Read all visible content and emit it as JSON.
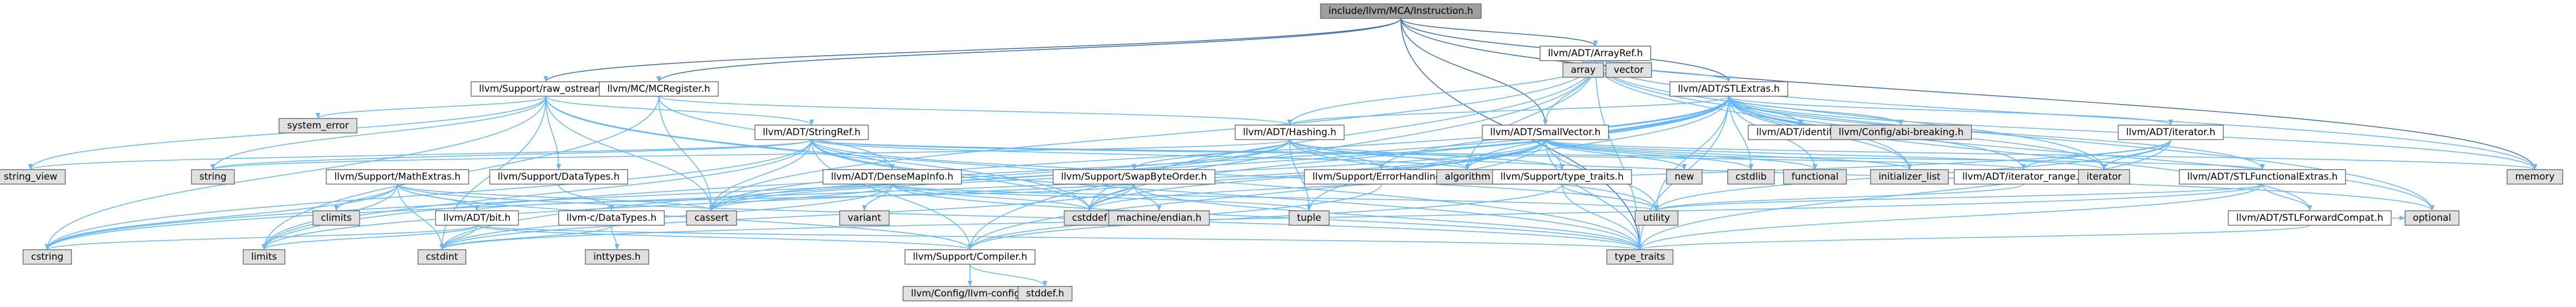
{
  "colors": {
    "root_fill": "#a0a0a0",
    "file_fill": "#ffffff",
    "system_fill": "#e0e0e0",
    "highlight_fill": "#ffffff",
    "highlight_text": "#ff0000",
    "edge": "#63b8ff",
    "edge_dark": "#3f6fb3",
    "border": "#666666"
  },
  "nodes": [
    {
      "id": "root",
      "label": "include/llvm/MCA/Instruction.h",
      "kind": "root"
    },
    {
      "id": "arrayref",
      "label": "llvm/ADT/ArrayRef.h",
      "kind": "file"
    },
    {
      "id": "array",
      "label": "array",
      "kind": "system"
    },
    {
      "id": "vector",
      "label": "vector",
      "kind": "system"
    },
    {
      "id": "stlextras",
      "label": "llvm/ADT/STLExtras.h",
      "kind": "file"
    },
    {
      "id": "rawostream",
      "label": "llvm/Support/raw_ostream.h",
      "kind": "file"
    },
    {
      "id": "mcregister",
      "label": "llvm/MC/MCRegister.h",
      "kind": "file"
    },
    {
      "id": "systemerror",
      "label": "system_error",
      "kind": "system"
    },
    {
      "id": "stringref",
      "label": "llvm/ADT/StringRef.h",
      "kind": "file"
    },
    {
      "id": "hashing",
      "label": "llvm/ADT/Hashing.h",
      "kind": "file"
    },
    {
      "id": "smallvector",
      "label": "llvm/ADT/SmallVector.h",
      "kind": "file"
    },
    {
      "id": "identity",
      "label": "llvm/ADT/identity.h",
      "kind": "file"
    },
    {
      "id": "abibreaking",
      "label": "llvm/Config/abi-breaking.h",
      "kind": "system"
    },
    {
      "id": "iteratorh",
      "label": "llvm/ADT/iterator.h",
      "kind": "file"
    },
    {
      "id": "stringview",
      "label": "string_view",
      "kind": "system"
    },
    {
      "id": "string",
      "label": "string",
      "kind": "system"
    },
    {
      "id": "mathextras",
      "label": "llvm/Support/MathExtras.h",
      "kind": "file"
    },
    {
      "id": "datatypes",
      "label": "llvm/Support/DataTypes.h",
      "kind": "file"
    },
    {
      "id": "densemapinfo",
      "label": "llvm/ADT/DenseMapInfo.h",
      "kind": "file"
    },
    {
      "id": "swapbyteorder",
      "label": "llvm/Support/SwapByteOrder.h",
      "kind": "file"
    },
    {
      "id": "errorhandling",
      "label": "llvm/Support/ErrorHandling.h",
      "kind": "file"
    },
    {
      "id": "algorithm",
      "label": "algorithm",
      "kind": "system"
    },
    {
      "id": "typetraitsh",
      "label": "llvm/Support/type_traits.h",
      "kind": "file"
    },
    {
      "id": "new",
      "label": "new",
      "kind": "system"
    },
    {
      "id": "cstdlib",
      "label": "cstdlib",
      "kind": "system"
    },
    {
      "id": "functional",
      "label": "functional",
      "kind": "system"
    },
    {
      "id": "initlist",
      "label": "initializer_list",
      "kind": "system"
    },
    {
      "id": "iteratorrange",
      "label": "llvm/ADT/iterator_range.h",
      "kind": "file"
    },
    {
      "id": "iterator",
      "label": "iterator",
      "kind": "system"
    },
    {
      "id": "stlfunctional",
      "label": "llvm/ADT/STLFunctionalExtras.h",
      "kind": "file"
    },
    {
      "id": "memory",
      "label": "memory",
      "kind": "system"
    },
    {
      "id": "climits",
      "label": "climits",
      "kind": "system"
    },
    {
      "id": "bit",
      "label": "llvm/ADT/bit.h",
      "kind": "file"
    },
    {
      "id": "cdatatypes",
      "label": "llvm-c/DataTypes.h",
      "kind": "highlight"
    },
    {
      "id": "cassert",
      "label": "cassert",
      "kind": "system"
    },
    {
      "id": "variant",
      "label": "variant",
      "kind": "system"
    },
    {
      "id": "cstddef",
      "label": "cstddef",
      "kind": "system"
    },
    {
      "id": "machineendian",
      "label": "machine/endian.h",
      "kind": "system"
    },
    {
      "id": "tuple",
      "label": "tuple",
      "kind": "system"
    },
    {
      "id": "utility",
      "label": "utility",
      "kind": "system"
    },
    {
      "id": "stlforward",
      "label": "llvm/ADT/STLForwardCompat.h",
      "kind": "file"
    },
    {
      "id": "optional",
      "label": "optional",
      "kind": "system"
    },
    {
      "id": "cstring",
      "label": "cstring",
      "kind": "system"
    },
    {
      "id": "limits",
      "label": "limits",
      "kind": "system"
    },
    {
      "id": "cstdint",
      "label": "cstdint",
      "kind": "system"
    },
    {
      "id": "inttypes",
      "label": "inttypes.h",
      "kind": "system"
    },
    {
      "id": "compiler",
      "label": "llvm/Support/Compiler.h",
      "kind": "file"
    },
    {
      "id": "typetraits",
      "label": "type_traits",
      "kind": "system"
    },
    {
      "id": "llvmconfig",
      "label": "llvm/Config/llvm-config.h",
      "kind": "system"
    },
    {
      "id": "stddef",
      "label": "stddef.h",
      "kind": "system"
    }
  ],
  "edges": [
    [
      "root",
      "arrayref"
    ],
    [
      "root",
      "stlextras"
    ],
    [
      "root",
      "rawostream"
    ],
    [
      "root",
      "mcregister"
    ],
    [
      "root",
      "smallvector"
    ],
    [
      "root",
      "memory"
    ],
    [
      "root",
      "typetraits"
    ],
    [
      "arrayref",
      "array"
    ],
    [
      "arrayref",
      "vector"
    ],
    [
      "arrayref",
      "stlextras"
    ],
    [
      "arrayref",
      "hashing"
    ],
    [
      "arrayref",
      "smallvector"
    ],
    [
      "arrayref",
      "compiler"
    ],
    [
      "arrayref",
      "algorithm"
    ],
    [
      "arrayref",
      "cassert"
    ],
    [
      "arrayref",
      "cstddef"
    ],
    [
      "arrayref",
      "initlist"
    ],
    [
      "arrayref",
      "iterator"
    ],
    [
      "arrayref",
      "memory"
    ],
    [
      "arrayref",
      "optional"
    ],
    [
      "arrayref",
      "typetraits"
    ],
    [
      "stlextras",
      "hashing"
    ],
    [
      "stlextras",
      "stlforward"
    ],
    [
      "stlextras",
      "stlfunctional"
    ],
    [
      "stlextras",
      "identity"
    ],
    [
      "stlextras",
      "iteratorh"
    ],
    [
      "stlextras",
      "iteratorrange"
    ],
    [
      "stlextras",
      "abibreaking"
    ],
    [
      "stlextras",
      "errorhandling"
    ],
    [
      "stlextras",
      "algorithm"
    ],
    [
      "stlextras",
      "cassert"
    ],
    [
      "stlextras",
      "cstddef"
    ],
    [
      "stlextras",
      "cstdint"
    ],
    [
      "stlextras",
      "cstdlib"
    ],
    [
      "stlextras",
      "functional"
    ],
    [
      "stlextras",
      "initlist"
    ],
    [
      "stlextras",
      "iterator"
    ],
    [
      "stlextras",
      "limits"
    ],
    [
      "stlextras",
      "memory"
    ],
    [
      "stlextras",
      "optional"
    ],
    [
      "stlextras",
      "tuple"
    ],
    [
      "stlextras",
      "typetraits"
    ],
    [
      "stlextras",
      "utility"
    ],
    [
      "rawostream",
      "stringref"
    ],
    [
      "rawostream",
      "datatypes"
    ],
    [
      "rawostream",
      "cassert"
    ],
    [
      "rawostream",
      "cstddef"
    ],
    [
      "rawostream",
      "cstdint"
    ],
    [
      "rawostream",
      "cstring"
    ],
    [
      "rawostream",
      "string"
    ],
    [
      "rawostream",
      "stringview"
    ],
    [
      "rawostream",
      "systemerror"
    ],
    [
      "rawostream",
      "typetraits"
    ],
    [
      "mcregister",
      "densemapinfo"
    ],
    [
      "mcregister",
      "hashing"
    ],
    [
      "mcregister",
      "cassert"
    ],
    [
      "mcregister",
      "limits"
    ],
    [
      "stringref",
      "densemapinfo"
    ],
    [
      "stringref",
      "stlfunctional"
    ],
    [
      "stringref",
      "iteratorrange"
    ],
    [
      "stringref",
      "compiler"
    ],
    [
      "stringref",
      "algorithm"
    ],
    [
      "stringref",
      "cassert"
    ],
    [
      "stringref",
      "cstddef"
    ],
    [
      "stringref",
      "cstring"
    ],
    [
      "stringref",
      "limits"
    ],
    [
      "stringref",
      "string"
    ],
    [
      "stringref",
      "stringview"
    ],
    [
      "stringref",
      "typetraits"
    ],
    [
      "stringref",
      "utility"
    ],
    [
      "hashing",
      "errorhandling"
    ],
    [
      "hashing",
      "swapbyteorder"
    ],
    [
      "hashing",
      "typetraitsh"
    ],
    [
      "hashing",
      "algorithm"
    ],
    [
      "hashing",
      "cassert"
    ],
    [
      "hashing",
      "cstring"
    ],
    [
      "hashing",
      "optional"
    ],
    [
      "hashing",
      "string"
    ],
    [
      "hashing",
      "tuple"
    ],
    [
      "hashing",
      "utility"
    ],
    [
      "smallvector",
      "compiler"
    ],
    [
      "smallvector",
      "typetraitsh"
    ],
    [
      "smallvector",
      "algorithm"
    ],
    [
      "smallvector",
      "cassert"
    ],
    [
      "smallvector",
      "cstddef"
    ],
    [
      "smallvector",
      "cstdlib"
    ],
    [
      "smallvector",
      "cstring"
    ],
    [
      "smallvector",
      "functional"
    ],
    [
      "smallvector",
      "initlist"
    ],
    [
      "smallvector",
      "iterator"
    ],
    [
      "smallvector",
      "limits"
    ],
    [
      "smallvector",
      "memory"
    ],
    [
      "smallvector",
      "new"
    ],
    [
      "smallvector",
      "typetraits"
    ],
    [
      "smallvector",
      "utility"
    ],
    [
      "iteratorh",
      "iteratorrange"
    ],
    [
      "iteratorh",
      "cstddef"
    ],
    [
      "iteratorh",
      "iterator"
    ],
    [
      "iteratorh",
      "typetraits"
    ],
    [
      "iteratorh",
      "utility"
    ],
    [
      "iteratorrange",
      "iterator"
    ],
    [
      "iteratorrange",
      "utility"
    ],
    [
      "stlfunctional",
      "stlforward"
    ],
    [
      "stlfunctional",
      "cstdint"
    ],
    [
      "stlfunctional",
      "typetraits"
    ],
    [
      "stlfunctional",
      "utility"
    ],
    [
      "stlforward",
      "optional"
    ],
    [
      "stlforward",
      "typetraits"
    ],
    [
      "mathextras",
      "bit"
    ],
    [
      "mathextras",
      "compiler"
    ],
    [
      "mathextras",
      "cassert"
    ],
    [
      "mathextras",
      "climits"
    ],
    [
      "mathextras",
      "cstdint"
    ],
    [
      "mathextras",
      "cstring"
    ],
    [
      "mathextras",
      "limits"
    ],
    [
      "mathextras",
      "typetraits"
    ],
    [
      "datatypes",
      "cdatatypes"
    ],
    [
      "cdatatypes",
      "inttypes"
    ],
    [
      "cdatatypes",
      "cstdint"
    ],
    [
      "densemapinfo",
      "cassert"
    ],
    [
      "densemapinfo",
      "cstddef"
    ],
    [
      "densemapinfo",
      "cstdint"
    ],
    [
      "densemapinfo",
      "tuple"
    ],
    [
      "densemapinfo",
      "typetraits"
    ],
    [
      "densemapinfo",
      "utility"
    ],
    [
      "densemapinfo",
      "variant"
    ],
    [
      "swapbyteorder",
      "bit"
    ],
    [
      "swapbyteorder",
      "cstddef"
    ],
    [
      "swapbyteorder",
      "cstdint"
    ],
    [
      "swapbyteorder",
      "typetraits"
    ],
    [
      "swapbyteorder",
      "machineendian"
    ],
    [
      "errorhandling",
      "compiler"
    ],
    [
      "typetraitsh",
      "compiler"
    ],
    [
      "typetraitsh",
      "typetraits"
    ],
    [
      "typetraitsh",
      "utility"
    ],
    [
      "bit",
      "compiler"
    ],
    [
      "bit",
      "cstdint"
    ],
    [
      "bit",
      "limits"
    ],
    [
      "bit",
      "typetraits"
    ],
    [
      "bit",
      "cstring"
    ],
    [
      "compiler",
      "llvmconfig"
    ],
    [
      "compiler",
      "stddef"
    ]
  ]
}
